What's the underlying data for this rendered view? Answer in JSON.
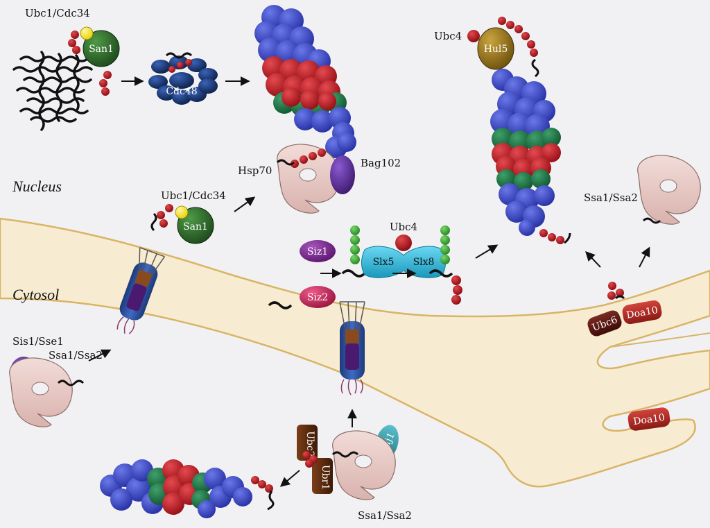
{
  "regions": {
    "nucleus": "Nucleus",
    "cytosol": "Cytosol"
  },
  "labels": {
    "ubc1_cdc34_top": "Ubc1/Cdc34",
    "san1_top": "San1",
    "cdc48": "Cdc48",
    "hsp70": "Hsp70",
    "bag102": "Bag102",
    "ubc1_cdc34_mid": "Ubc1/Cdc34",
    "san1_mid": "San1",
    "ubc4_top": "Ubc4",
    "hul5": "Hul5",
    "siz1": "Siz1",
    "siz2": "Siz2",
    "ubc4_mid": "Ubc4",
    "slx5": "Slx5",
    "slx8": "Slx8",
    "ssa1_ssa2_right": "Ssa1/Ssa2",
    "ubc6": "Ubc6",
    "doa10_membrane": "Doa10",
    "doa10_er": "Doa10",
    "sis1_sse1": "Sis1/Sse1",
    "ssa1_ssa2_left": "Ssa1/Ssa2",
    "ydj1": "Ydj1",
    "ubc2": "Ubc2",
    "ubr1": "Ubr1",
    "ssa1_ssa2_bottom": "Ssa1/Ssa2"
  },
  "colors": {
    "background": "#f1f1f3",
    "membrane": "#f7ecd2",
    "membrane_edge": "#d9b465",
    "ubiquitin": "#b3141b",
    "san1": "#2d6a2a",
    "cdc48": "#17305e",
    "hsp70": "#e6c6c2",
    "bag102": "#5a2b8f",
    "hul5": "#8a6a18",
    "siz1": "#7b2a8c",
    "siz2": "#c2235b",
    "slx": "#2bb8d8",
    "sumo": "#3ea63a",
    "ubc6": "#5e1711",
    "doa10": "#a2251f",
    "ydj1": "#2e97a6",
    "ubc2": "#5a2c10",
    "aggregate_blue": "#3240b8",
    "aggregate_green": "#1f7a4a",
    "aggregate_red": "#c0202a",
    "proteasome_blue": "#2d4f9a",
    "proteasome_purple": "#4a1a70"
  }
}
